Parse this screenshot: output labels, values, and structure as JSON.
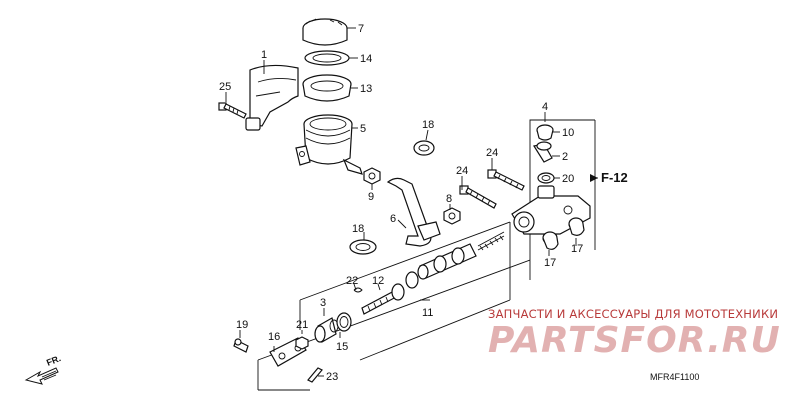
{
  "diagram": {
    "callouts": [
      "1",
      "2",
      "3",
      "4",
      "5",
      "6",
      "7",
      "8",
      "9",
      "10",
      "11",
      "12",
      "13",
      "14",
      "15",
      "16",
      "17",
      "17",
      "18",
      "18",
      "19",
      "20",
      "21",
      "22",
      "23",
      "24",
      "25"
    ],
    "ref_label": "F-12",
    "direction_label": "FR.",
    "code": "MFR4F1100"
  },
  "watermark": {
    "tagline": "ЗАПЧАСТИ И АКСЕССУАРЫ ДЛЯ МОТОТЕХНИКИ",
    "logo": "PARTSFOR.RU"
  }
}
